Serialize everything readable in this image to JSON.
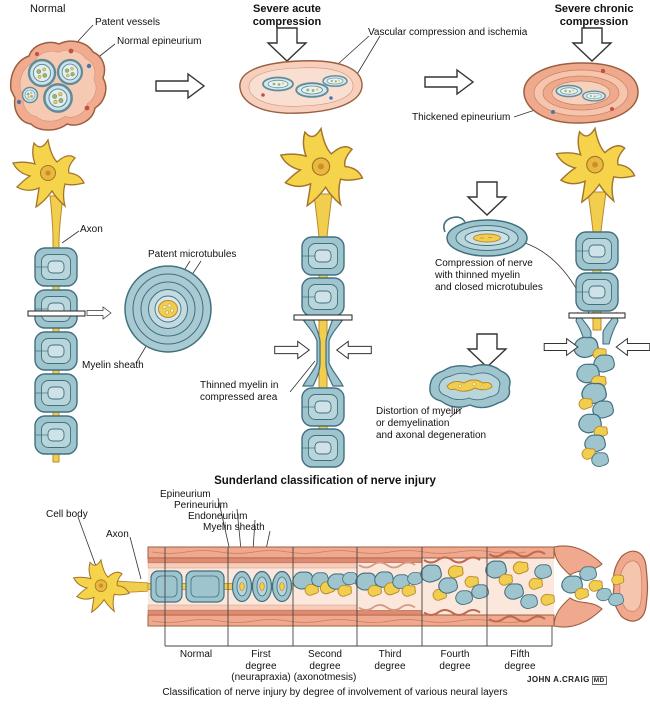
{
  "labels": {
    "normal_title": "Normal",
    "patent_vessels": "Patent vessels",
    "normal_epineurium": "Normal epineurium",
    "severe_acute_compression": "Severe acute\ncompression",
    "vascular_compression_and_ischemia": "Vascular compression and ischemia",
    "severe_chronic_compression": "Severe chronic\ncompression",
    "thickened_epineurium": "Thickened epineurium",
    "axon_upper": "Axon",
    "patent_microtubules": "Patent microtubules",
    "myelin_sheath_upper": "Myelin sheath",
    "thinned_myelin": "Thinned myelin in\ncompressed area",
    "compression_of_nerve": "Compression of nerve\nwith thinned myelin\nand closed microtubules",
    "distortion": "Distortion of myelin\nor demyelination\nand axonal degeneration",
    "sunderland_title": "Sunderland classification of nerve injury",
    "cell_body": "Cell body",
    "axon_lower": "Axon",
    "epineurium": "Epineurium",
    "perineurium": "Perineurium",
    "endoneurium": "Endoneurium",
    "myelin_sheath_lower": "Myelin sheath",
    "caption": "Classification of nerve injury by degree of involvement of various neural layers",
    "signature_name": "JOHN A.CRAIG",
    "signature_credential": "MD"
  },
  "degrees": [
    {
      "label": "Normal"
    },
    {
      "label": "First\ndegree\n(neurapraxia)"
    },
    {
      "label": "Second\ndegree\n(axonotmesis)"
    },
    {
      "label": "Third\ndegree"
    },
    {
      "label": "Fourth\ndegree"
    },
    {
      "label": "Fifth\ndegree"
    }
  ],
  "colors": {
    "epineurium_salmon": "#F0A98E",
    "myelin_blue": "#9EC4CE",
    "myelin_outline": "#41707F",
    "axon_yellow": "#F2CE4E",
    "vessel_red": "#C0504A",
    "vessel_blue": "#4A76A8"
  }
}
